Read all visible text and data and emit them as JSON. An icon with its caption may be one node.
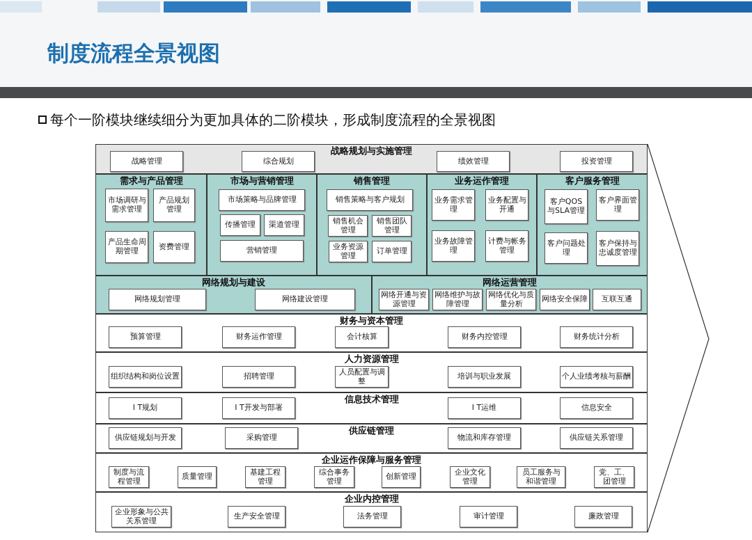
{
  "diagram": {
    "title": "制度流程全景视图",
    "nodes": [
      {
        "text": [
          "战略规划与实施管理"
        ]
      },
      {
        "text": [
          "战略管理"
        ],
        "in": 0
      },
      {
        "text": [
          "综合规划"
        ],
        "in": 0
      },
      {
        "text": [
          "绩效管理"
        ],
        "in": 0
      },
      {
        "text": [
          "投资管理"
        ],
        "in": 0
      },
      {
        "text": [
          "需求与产品管理"
        ]
      },
      {
        "text": [
          "市场调研与需求管理"
        ],
        "in": 5
      },
      {
        "text": [
          "产品规划管理"
        ],
        "in": 5
      },
      {
        "text": [
          "产品生命周期管理"
        ],
        "in": 5
      },
      {
        "text": [
          "资费管理"
        ],
        "in": 5
      },
      {
        "text": [
          "市场与营销管理"
        ]
      },
      {
        "text": [
          "市场策略与品牌管理"
        ],
        "in": 10
      },
      {
        "text": [
          "传播管理"
        ],
        "in": 10
      },
      {
        "text": [
          "渠道管理"
        ],
        "in": 10
      },
      {
        "text": [
          "营销管理"
        ],
        "in": 10
      },
      {
        "text": [
          "销售管理"
        ]
      },
      {
        "text": [
          "销售策略与客户规划"
        ],
        "in": 15
      },
      {
        "text": [
          "销售机会管理"
        ],
        "in": 15
      },
      {
        "text": [
          "销售团队管理"
        ],
        "in": 15
      },
      {
        "text": [
          "业务资源管理"
        ],
        "in": 15
      },
      {
        "text": [
          "订单管理"
        ],
        "in": 15
      },
      {
        "text": [
          "业务运作管理"
        ]
      },
      {
        "text": [
          "业务需求管理"
        ],
        "in": 21
      },
      {
        "text": [
          "业务配置与开通"
        ],
        "in": 21
      },
      {
        "text": [
          "业务故障管理"
        ],
        "in": 21
      },
      {
        "text": [
          "计费与帐务管理"
        ],
        "in": 21
      },
      {
        "text": [
          "客户服务管理"
        ]
      },
      {
        "text": [
          "客户QOS与SLA管理"
        ],
        "in": 26
      },
      {
        "text": [
          "客户界面管理"
        ],
        "in": 26
      },
      {
        "text": [
          "客户问题处理"
        ],
        "in": 26
      },
      {
        "text": [
          "客户保持与忠诚度管理"
        ],
        "in": 26
      },
      {
        "text": [
          "网络规划与建设"
        ]
      },
      {
        "text": [
          "网络规划管理"
        ],
        "in": 31
      },
      {
        "text": [
          "网络建设管理"
        ],
        "in": 31
      },
      {
        "text": [
          "网络运营管理"
        ]
      },
      {
        "text": [
          "网络开通与资源管理"
        ],
        "in": 34
      },
      {
        "text": [
          "网络维护与故障管理"
        ],
        "in": 34
      },
      {
        "text": [
          "网络优化与质量分析"
        ],
        "in": 34
      },
      {
        "text": [
          "网络安全保障"
        ],
        "in": 34
      },
      {
        "text": [
          "互联互通"
        ],
        "in": 34
      },
      {
        "text": [
          "财务与资本管理"
        ]
      },
      {
        "text": [
          "预算管理"
        ],
        "in": 40
      },
      {
        "text": [
          "财务运作管理"
        ],
        "in": 40
      },
      {
        "text": [
          "会计核算"
        ],
        "in": 40
      },
      {
        "text": [
          "财务内控管理"
        ],
        "in": 40
      },
      {
        "text": [
          "财务统计分析"
        ],
        "in": 40
      },
      {
        "text": [
          "人力资源管理"
        ]
      },
      {
        "text": [
          "组织结构和岗位设置"
        ],
        "in": 46
      },
      {
        "text": [
          "招聘管理"
        ],
        "in": 46
      },
      {
        "text": [
          "人员配置与调整"
        ],
        "in": 46
      },
      {
        "text": [
          "培训与职业发展"
        ],
        "in": 46
      },
      {
        "text": [
          "个人业绩考核与薪酬"
        ],
        "in": 46
      },
      {
        "text": [
          "信息技术管理"
        ]
      },
      {
        "text": [
          "I T规划"
        ],
        "in": 52
      },
      {
        "text": [
          "I T开发与部署"
        ],
        "in": 52
      },
      {
        "text": [
          "I T运维"
        ],
        "in": 52
      },
      {
        "text": [
          "信息安全"
        ],
        "in": 52
      },
      {
        "text": [
          "供应链管理"
        ]
      },
      {
        "text": [
          "供应链规划与开发"
        ],
        "in": 57
      },
      {
        "text": [
          "采购管理"
        ],
        "in": 57
      },
      {
        "text": [
          "物流和库存管理"
        ],
        "in": 57
      },
      {
        "text": [
          "供应链关系管理"
        ],
        "in": 57
      },
      {
        "text": [
          "企业运作保障与服务管理"
        ]
      },
      {
        "text": [
          "制度与流程管理"
        ],
        "in": 62
      },
      {
        "text": [
          "质量管理"
        ],
        "in": 62
      },
      {
        "text": [
          "基建工程管理"
        ],
        "in": 62
      },
      {
        "text": [
          "综合事务管理"
        ],
        "in": 62
      },
      {
        "text": [
          "创新管理"
        ],
        "in": 62
      },
      {
        "text": [
          "企业文化管理"
        ],
        "in": 62
      },
      {
        "text": [
          "员工服务与和谐管理"
        ],
        "in": 62
      },
      {
        "text": [
          "党、工、团管理"
        ],
        "in": 62
      },
      {
        "text": [
          "企业内控管理"
        ]
      },
      {
        "text": [
          "企业形象与公共关系管理"
        ],
        "in": 71
      },
      {
        "text": [
          "生产安全管理"
        ],
        "in": 71
      },
      {
        "text": [
          "法务管理"
        ],
        "in": 71
      },
      {
        "text": [
          "审计管理"
        ],
        "in": 71
      },
      {
        "text": [
          "廉政管理"
        ],
        "in": 71
      }
    ],
    "labels": [
      "每个一阶模块继续细分为更加具体的二阶模块，形成制度流程的全景视图"
    ]
  }
}
